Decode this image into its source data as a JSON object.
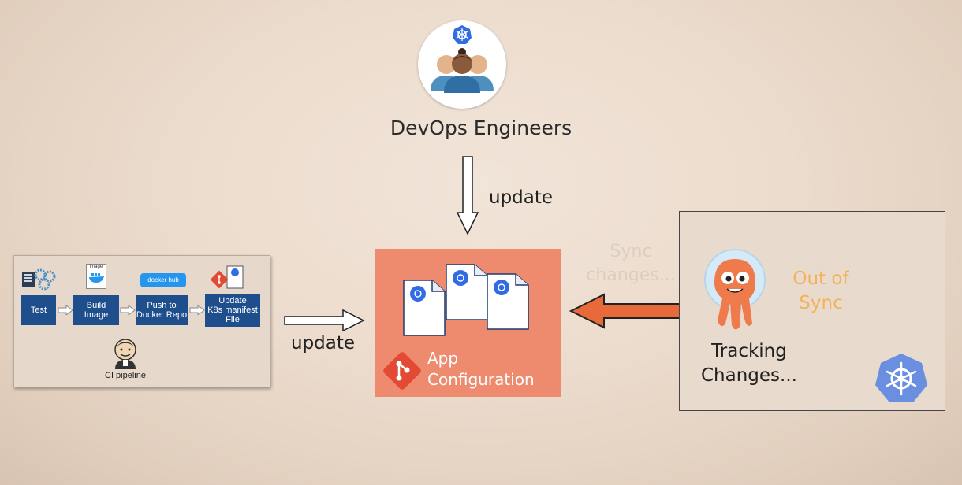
{
  "devops": {
    "title": "DevOps Engineers",
    "update_label": "update"
  },
  "ci": {
    "steps": [
      "Test",
      "Build\nImage",
      "Push to\nDocker Repo",
      "Update\nK8s manifest\nFile"
    ],
    "icon_labels": {
      "image": "image",
      "dockerhub": "docker hub"
    },
    "title": "CI pipeline",
    "update_label": "update"
  },
  "app_config": {
    "line1": "App",
    "line2": "Configuration"
  },
  "argo": {
    "status": "Out of\nSync",
    "tracking": "Tracking\nChanges...",
    "ghost": "Sync\nchanges..."
  },
  "colors": {
    "app_box": "#ee8a6d",
    "step_blue": "#1f4e8c",
    "arrow_orange": "#e86a3a",
    "out_of_sync": "#f4b15a",
    "k8s_blue": "#326ce5"
  }
}
